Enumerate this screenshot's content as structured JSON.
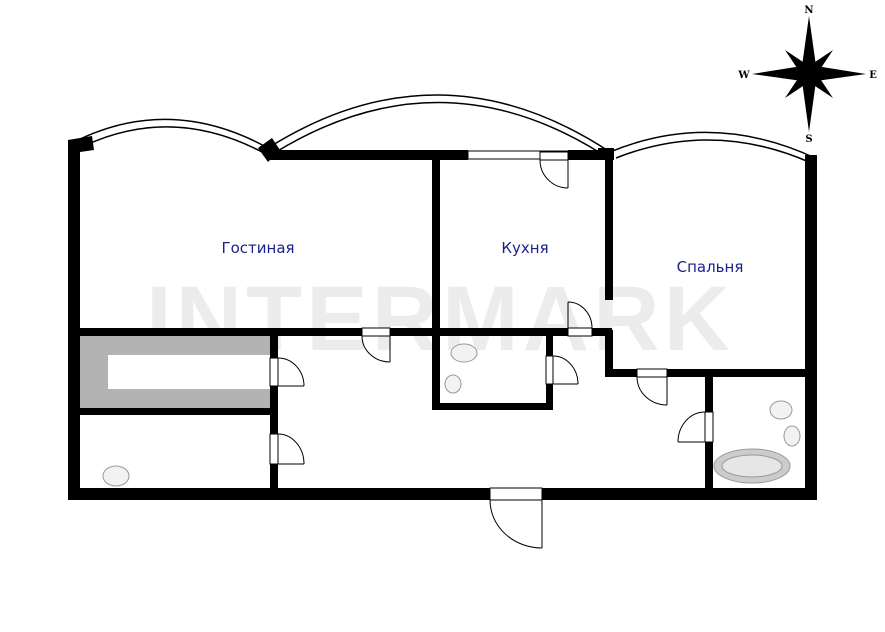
{
  "plan": {
    "rooms": [
      {
        "id": "living",
        "label": "Гостиная"
      },
      {
        "id": "kitchen",
        "label": "Кухня"
      },
      {
        "id": "bedroom",
        "label": "Спальня"
      }
    ],
    "watermark": "INTERMARK",
    "compass": {
      "n": "N",
      "s": "S",
      "e": "E",
      "w": "W"
    },
    "colors": {
      "wall": "#000000",
      "label": "#1a1f8c",
      "storage": "#b3b3b3"
    }
  }
}
